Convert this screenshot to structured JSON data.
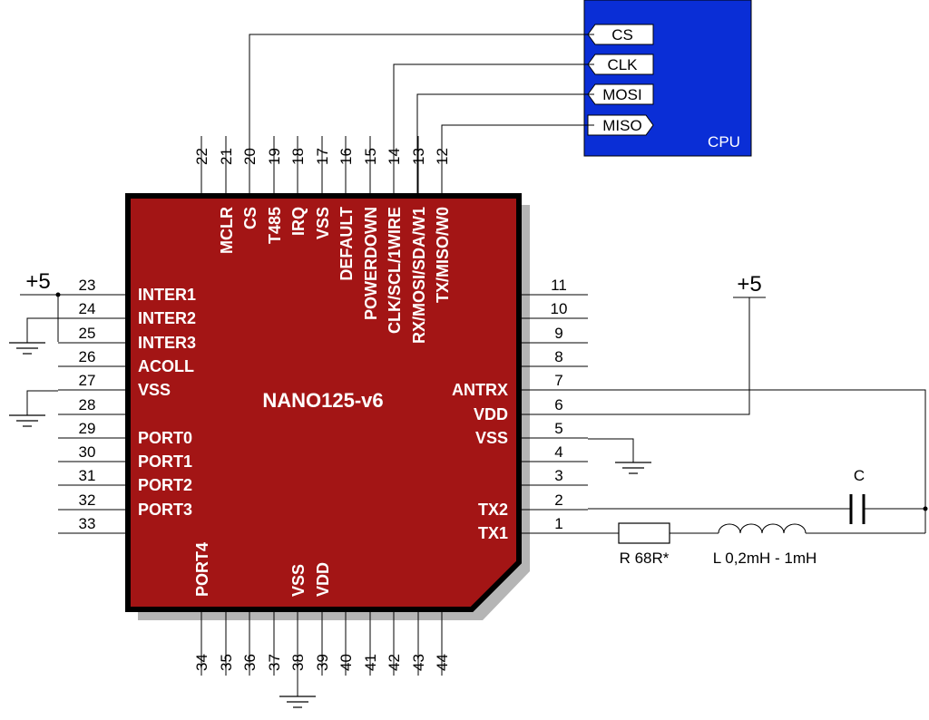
{
  "chip": {
    "name": "NANO125-v6",
    "left_pins": [
      {
        "num": "23",
        "label": "INTER1"
      },
      {
        "num": "24",
        "label": "INTER2"
      },
      {
        "num": "25",
        "label": "INTER3"
      },
      {
        "num": "26",
        "label": "ACOLL"
      },
      {
        "num": "27",
        "label": "VSS"
      },
      {
        "num": "28",
        "label": ""
      },
      {
        "num": "29",
        "label": "PORT0"
      },
      {
        "num": "30",
        "label": "PORT1"
      },
      {
        "num": "31",
        "label": "PORT2"
      },
      {
        "num": "32",
        "label": "PORT3"
      },
      {
        "num": "33",
        "label": ""
      }
    ],
    "right_pins": [
      {
        "num": "11",
        "label": ""
      },
      {
        "num": "10",
        "label": ""
      },
      {
        "num": "9",
        "label": ""
      },
      {
        "num": "8",
        "label": ""
      },
      {
        "num": "7",
        "label": "ANTRX"
      },
      {
        "num": "6",
        "label": "VDD"
      },
      {
        "num": "5",
        "label": "VSS"
      },
      {
        "num": "4",
        "label": ""
      },
      {
        "num": "3",
        "label": ""
      },
      {
        "num": "2",
        "label": "TX2"
      },
      {
        "num": "1",
        "label": "TX1"
      }
    ],
    "top_pins": [
      {
        "num": "22",
        "label": ""
      },
      {
        "num": "21",
        "label": "MCLR"
      },
      {
        "num": "20",
        "label": "CS"
      },
      {
        "num": "19",
        "label": "T485"
      },
      {
        "num": "18",
        "label": "IRQ"
      },
      {
        "num": "17",
        "label": "VSS"
      },
      {
        "num": "16",
        "label": "DEFAULT"
      },
      {
        "num": "15",
        "label": "POWERDOWN"
      },
      {
        "num": "14",
        "label": "CLK/SCL/1WIRE"
      },
      {
        "num": "13",
        "label": "RX/MOSI/SDA/W1"
      },
      {
        "num": "12",
        "label": "TX/MISO/W0"
      }
    ],
    "bottom_pins": [
      {
        "num": "34",
        "label": "PORT4"
      },
      {
        "num": "35",
        "label": ""
      },
      {
        "num": "36",
        "label": ""
      },
      {
        "num": "37",
        "label": ""
      },
      {
        "num": "38",
        "label": "VSS"
      },
      {
        "num": "39",
        "label": "VDD"
      },
      {
        "num": "40",
        "label": ""
      },
      {
        "num": "41",
        "label": ""
      },
      {
        "num": "42",
        "label": ""
      },
      {
        "num": "43",
        "label": ""
      },
      {
        "num": "44",
        "label": ""
      }
    ]
  },
  "cpu": {
    "name": "CPU",
    "signals": [
      "CS",
      "CLK",
      "MOSI",
      "MISO"
    ]
  },
  "power_left": "+5",
  "power_right": "+5",
  "components": {
    "capacitor": "C",
    "resistor": "R 68R*",
    "inductor": "L 0,2mH - 1mH"
  },
  "colors": {
    "chip_fill": "#a31515",
    "cpu_fill": "#0a2ed6"
  }
}
